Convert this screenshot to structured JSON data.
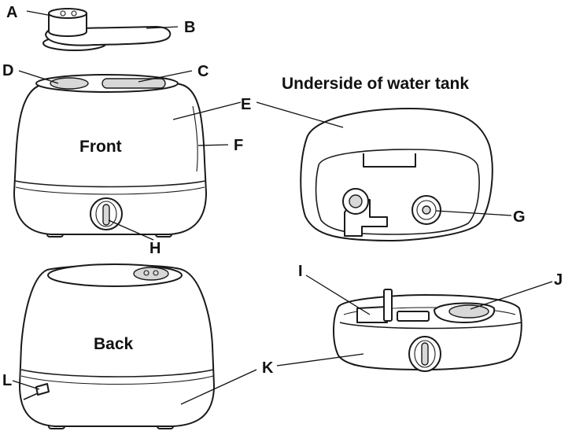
{
  "heading": "Underside of water tank",
  "views": {
    "front": "Front",
    "back": "Back"
  },
  "parts": [
    {
      "letter": "A"
    },
    {
      "letter": "B"
    },
    {
      "letter": "C"
    },
    {
      "letter": "D"
    },
    {
      "letter": "E"
    },
    {
      "letter": "F"
    },
    {
      "letter": "G"
    },
    {
      "letter": "H"
    },
    {
      "letter": "I"
    },
    {
      "letter": "J"
    },
    {
      "letter": "K"
    },
    {
      "letter": "L"
    }
  ]
}
